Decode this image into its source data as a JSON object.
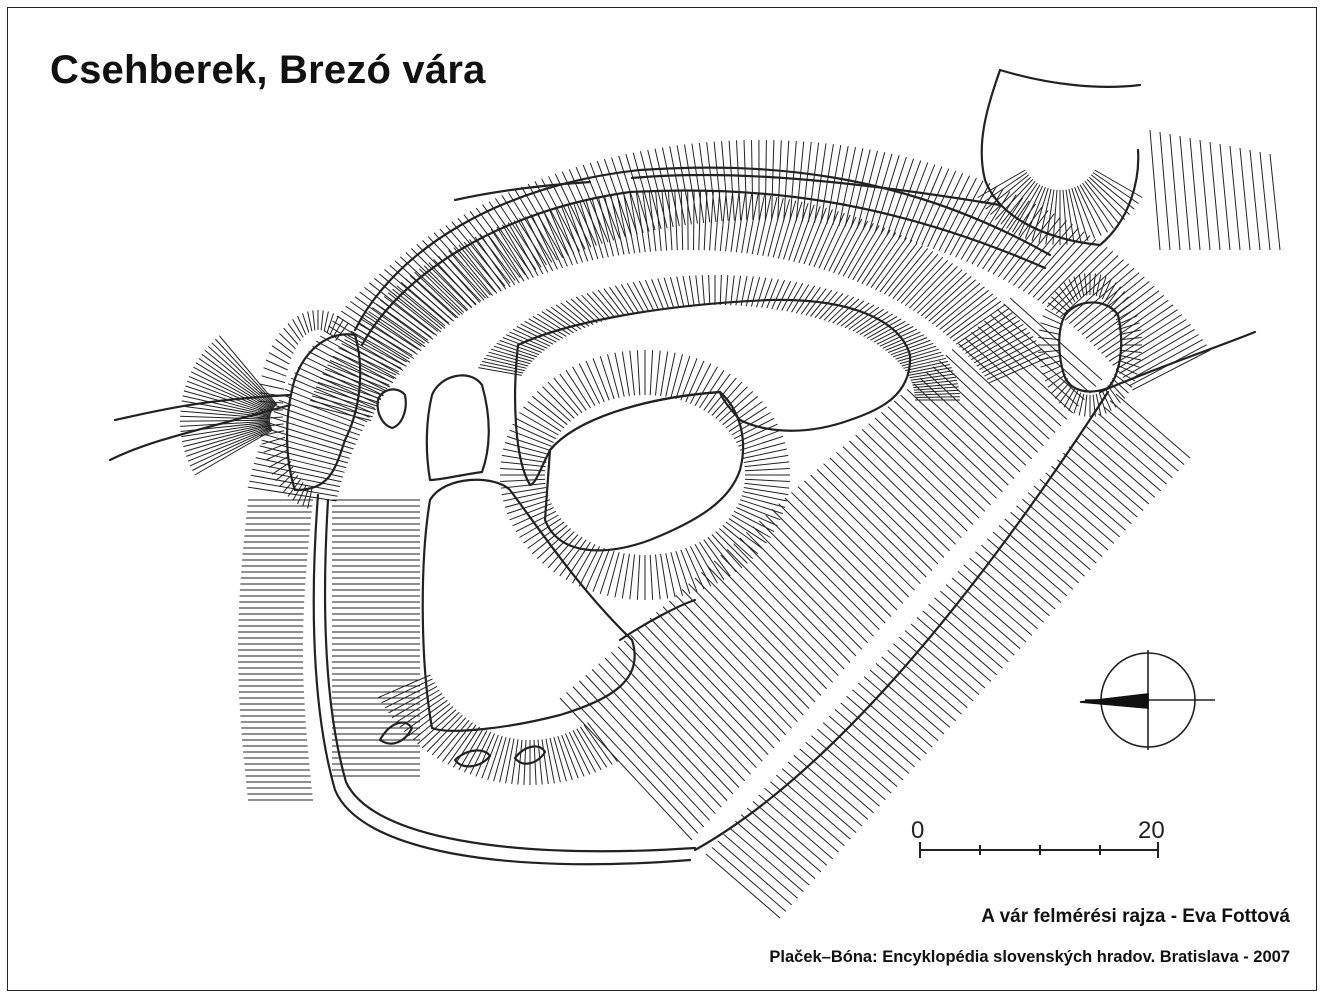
{
  "title": "Csehberek, Brezó vára",
  "scale": {
    "start_label": "0",
    "end_label": "20"
  },
  "credit": "A vár felmérési rajza - Eva Fottová",
  "source": "Plaček–Bóna: Encyklopédia slovenských hradov. Bratislava - 2007",
  "ink_color": "#222222",
  "icons": [
    "north-arrow-icon"
  ]
}
